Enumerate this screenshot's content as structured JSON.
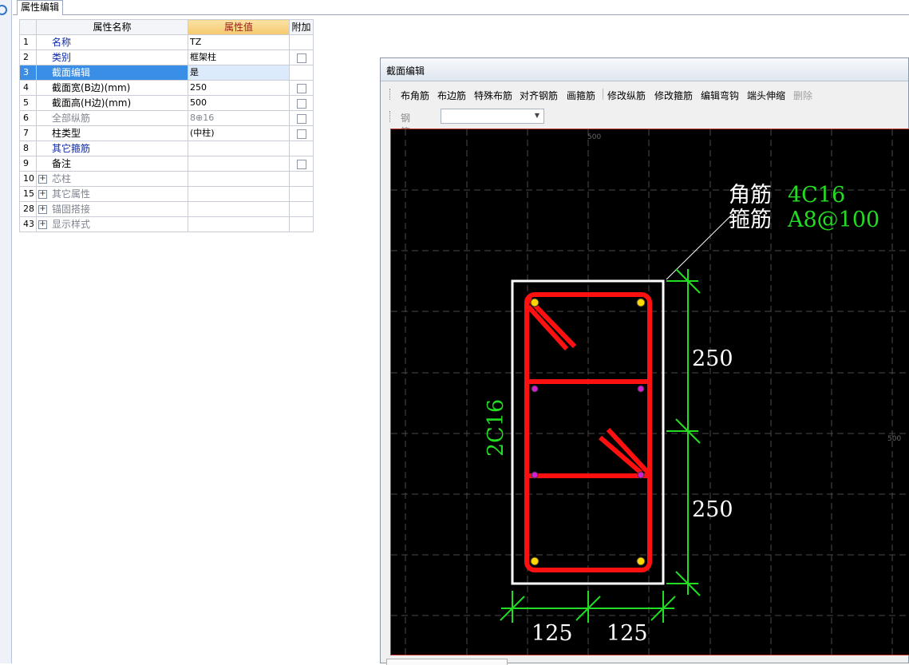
{
  "tab": {
    "label": "属性编辑"
  },
  "table": {
    "headers": {
      "name": "属性名称",
      "value": "属性值",
      "extra": "附加"
    },
    "rows": [
      {
        "no": "1",
        "name": "名称",
        "value": "TZ",
        "check": false,
        "style": "blue"
      },
      {
        "no": "2",
        "name": "类别",
        "value": "框架柱",
        "check": true,
        "style": "blue"
      },
      {
        "no": "3",
        "name": "截面编辑",
        "value": "是",
        "check": false,
        "style": "selected"
      },
      {
        "no": "4",
        "name": "截面宽(B边)(mm)",
        "value": "250",
        "check": true,
        "style": "black"
      },
      {
        "no": "5",
        "name": "截面高(H边)(mm)",
        "value": "500",
        "check": true,
        "style": "black"
      },
      {
        "no": "6",
        "name": "全部纵筋",
        "value": "8⊕16",
        "check": true,
        "style": "gray"
      },
      {
        "no": "7",
        "name": "柱类型",
        "value": "(中柱)",
        "check": true,
        "style": "black"
      },
      {
        "no": "8",
        "name": "其它箍筋",
        "value": "",
        "check": false,
        "style": "blue"
      },
      {
        "no": "9",
        "name": "备注",
        "value": "",
        "check": true,
        "style": "black"
      },
      {
        "no": "10",
        "name": "芯柱",
        "value": "",
        "check": false,
        "style": "group"
      },
      {
        "no": "15",
        "name": "其它属性",
        "value": "",
        "check": false,
        "style": "group"
      },
      {
        "no": "28",
        "name": "锚固搭接",
        "value": "",
        "check": false,
        "style": "group"
      },
      {
        "no": "43",
        "name": "显示样式",
        "value": "",
        "check": false,
        "style": "group"
      }
    ]
  },
  "window": {
    "title": "截面编辑",
    "toolbar": [
      "布角筋",
      "布边筋",
      "特殊布筋",
      "对齐钢筋",
      "画箍筋",
      "修改纵筋",
      "修改箍筋",
      "编辑弯钩",
      "端头伸缩",
      "删除"
    ],
    "rebar_info_label": "钢筋信息",
    "rebar_info_value": ""
  },
  "drawing": {
    "grid_label_top": "500",
    "grid_label_right": "500",
    "corner_label": "角筋",
    "corner_value": "4C16",
    "stirrup_label": "箍筋",
    "stirrup_value": "A8@100",
    "side_bar_label": "2C16",
    "dim_right_top": "250",
    "dim_right_bottom": "250",
    "dim_bottom_left": "125",
    "dim_bottom_right": "125",
    "colors": {
      "background": "#000000",
      "stirrup": "#ff1010",
      "dimension": "#22dd22",
      "outline": "#ffffff",
      "grid": "#555555"
    }
  }
}
